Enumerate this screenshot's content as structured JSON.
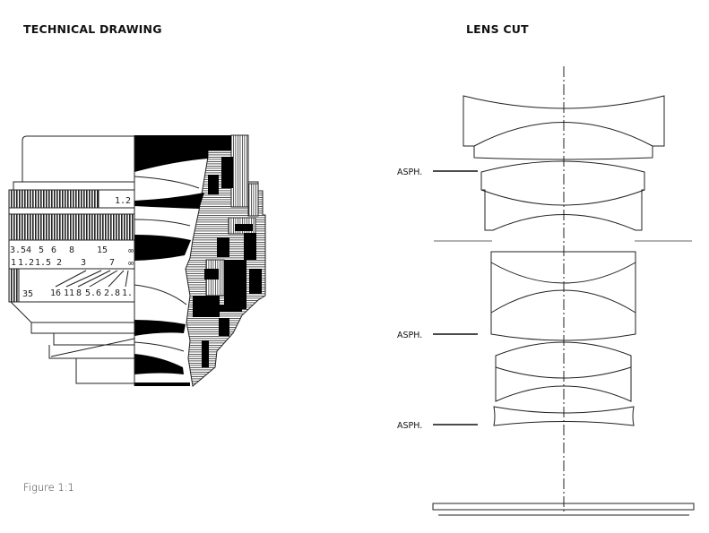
{
  "left_panel": {
    "title": "TECHNICAL DRAWING",
    "caption": "Figure 1:1",
    "focus_ring_marking": "1.2",
    "distance_scale_feet": [
      "3.5",
      "4",
      "5",
      "6",
      "8",
      "15",
      "∞"
    ],
    "distance_scale_meters": [
      "1",
      "1.2",
      "1.5",
      "2",
      "3",
      "7",
      "∞"
    ],
    "focal_length_marking": "35",
    "aperture_scale": [
      "16",
      "11",
      "8",
      "5.6",
      "2.8",
      "1."
    ]
  },
  "right_panel": {
    "title": "LENS CUT",
    "element_labels": [
      "ASPH.",
      "ASPH.",
      "ASPH."
    ]
  }
}
